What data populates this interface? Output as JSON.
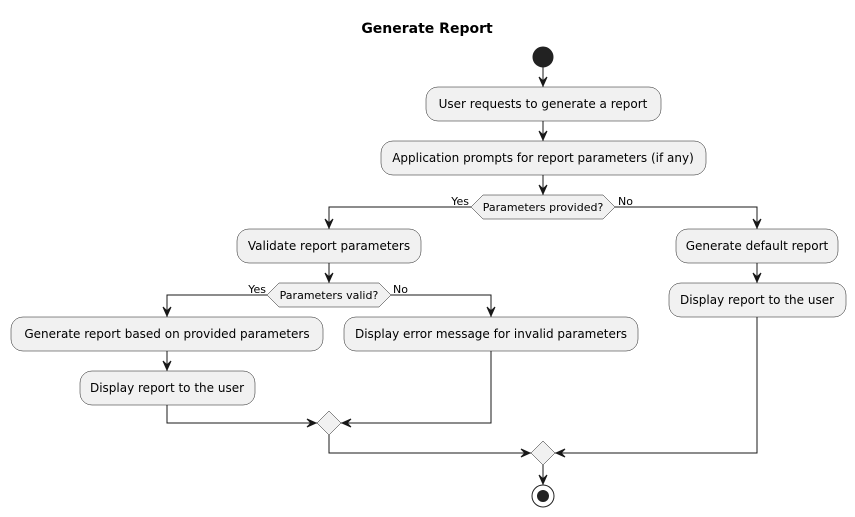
{
  "title": "Generate Report",
  "nodes": {
    "request": "User requests to generate a report",
    "prompt": "Application prompts for report parameters (if any)",
    "decision_provided": "Parameters provided?",
    "validate": "Validate report parameters",
    "decision_valid": "Parameters valid?",
    "generate_provided": "Generate report based on provided parameters",
    "display_left": "Display report to the user",
    "display_error": "Display error message for invalid parameters",
    "generate_default": "Generate default report",
    "display_right": "Display report to the user"
  },
  "branches": {
    "provided_yes": "Yes",
    "provided_no": "No",
    "valid_yes": "Yes",
    "valid_no": "No"
  }
}
